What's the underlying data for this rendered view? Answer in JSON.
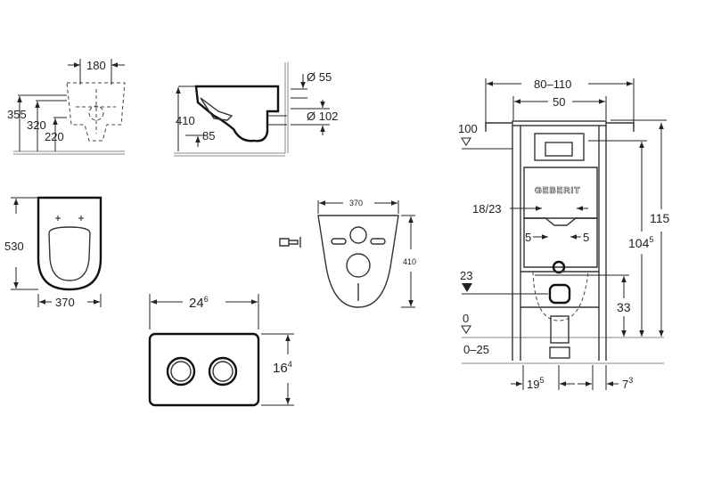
{
  "title": "Wall-hung WC with Geberit installation frame - dimension drawing",
  "front_view": {
    "width_label": "180",
    "h1": "355",
    "h2": "320",
    "h3": "220"
  },
  "side_view": {
    "height": "410",
    "depth": "85",
    "inlet": "Ø 55",
    "outlet": "Ø 102"
  },
  "top_view": {
    "length": "530",
    "width": "370"
  },
  "wall_plate": {
    "width": "370",
    "height": "410"
  },
  "flush_plate": {
    "width_base": "24",
    "width_sup": "6",
    "height_base": "16",
    "height_sup": "4"
  },
  "frame": {
    "logo": "GEBERIT",
    "outer_width": "80–110",
    "inner_width": "50",
    "level_top": "100",
    "flush_spacing": "18/23",
    "offset_left": "5",
    "offset_right": "5",
    "total_height": "115",
    "height2_base": "104",
    "height2_sup": "5",
    "level_mid": "23",
    "outlet_height": "33",
    "level_floor": "0",
    "floor_range": "0–25",
    "bottom_left_base": "19",
    "bottom_left_sup": "5",
    "bottom_right_base": "7",
    "bottom_right_sup": "3"
  }
}
